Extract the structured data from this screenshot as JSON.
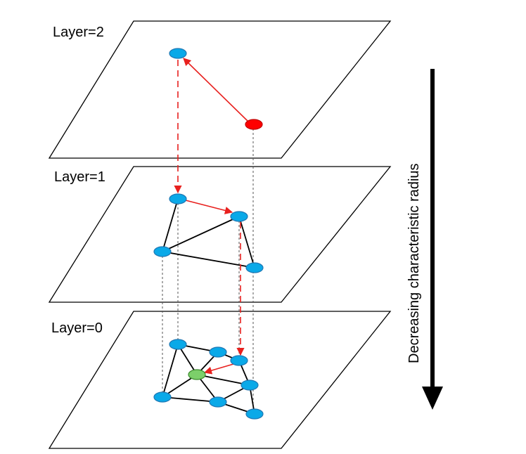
{
  "layers": [
    {
      "id": "layer-2",
      "label": "Layer=2"
    },
    {
      "id": "layer-1",
      "label": "Layer=1"
    },
    {
      "id": "layer-0",
      "label": "Layer=0"
    }
  ],
  "axis": {
    "label": "Decreasing characteristic radius"
  },
  "colors": {
    "node": "#0aa9e8",
    "node_stroke": "#1f78b4",
    "entry_node": "#ff0000",
    "target_node": "#7ccf6a",
    "search_path": "#e8201e",
    "edge": "#000000",
    "projection": "#555555"
  }
}
